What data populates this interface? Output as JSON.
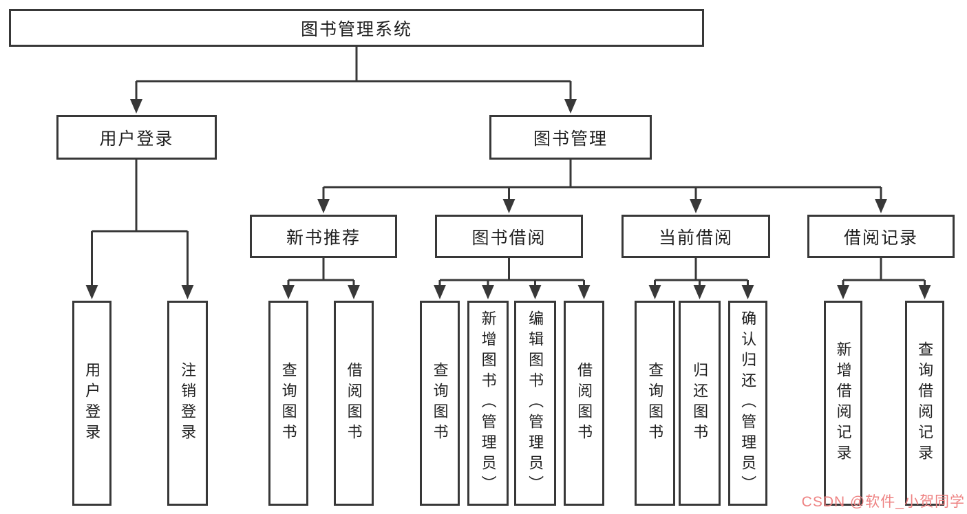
{
  "diagram": {
    "title": "图书管理系统",
    "level2": [
      {
        "id": "user-login",
        "label": "用户登录",
        "parent": "图书管理系统"
      },
      {
        "id": "book-management",
        "label": "图书管理",
        "parent": "图书管理系统"
      }
    ],
    "level3": [
      {
        "id": "new-book-recommend",
        "label": "新书推荐",
        "parent": "图书管理"
      },
      {
        "id": "book-borrowing",
        "label": "图书借阅",
        "parent": "图书管理"
      },
      {
        "id": "current-borrowing",
        "label": "当前借阅",
        "parent": "图书管理"
      },
      {
        "id": "borrowing-records",
        "label": "借阅记录",
        "parent": "图书管理"
      }
    ],
    "leaves": [
      {
        "label": "用户登录",
        "parent": "用户登录"
      },
      {
        "label": "注销登录",
        "parent": "用户登录"
      },
      {
        "label": "查询图书",
        "parent": "新书推荐"
      },
      {
        "label": "借阅图书",
        "parent": "新书推荐"
      },
      {
        "label": "查询图书",
        "parent": "图书借阅"
      },
      {
        "label": "新增图书（管理员）",
        "parent": "图书借阅"
      },
      {
        "label": "编辑图书（管理员）",
        "parent": "图书借阅"
      },
      {
        "label": "借阅图书",
        "parent": "图书借阅"
      },
      {
        "label": "查询图书",
        "parent": "当前借阅"
      },
      {
        "label": "归还图书",
        "parent": "当前借阅"
      },
      {
        "label": "确认归还（管理员）",
        "parent": "当前借阅"
      },
      {
        "label": "新增借阅记录",
        "parent": "借阅记录"
      },
      {
        "label": "查询借阅记录",
        "parent": "借阅记录"
      }
    ]
  },
  "watermark": {
    "text": "CSDN @软件_小贺同学",
    "color": "#ee8282"
  },
  "colors": {
    "line": "#383838",
    "box_border": "#383838",
    "background": "#ffffff",
    "text": "#1f1f1f"
  }
}
